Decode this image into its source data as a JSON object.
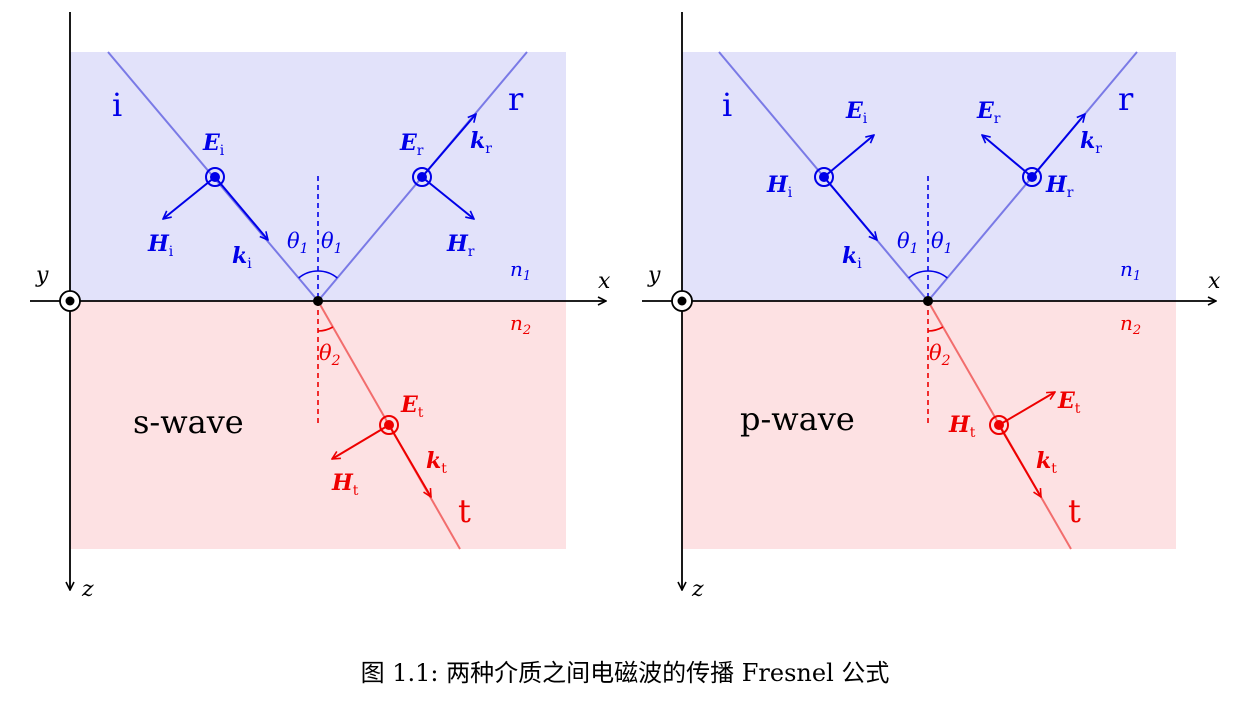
{
  "colors": {
    "medium1_fill": "#e2e2fa",
    "medium2_fill": "#fde1e3",
    "incident_blue": "#0000e8",
    "ray_blue": "#7a7ae6",
    "transmit_red": "#ee0000",
    "ray_red": "#f26d6d",
    "axis": "#000000"
  },
  "icons": [
    "out-of-page-circle-dot",
    "arrow-head"
  ],
  "axes": {
    "x": "x",
    "y": "y",
    "z": "z"
  },
  "media": {
    "n1": "n",
    "n1_sub": "1",
    "n2": "n",
    "n2_sub": "2"
  },
  "rays": {
    "incident": "i",
    "reflected": "r",
    "transmitted": "t"
  },
  "angles": {
    "theta": "θ",
    "sub1": "1",
    "sub2": "2"
  },
  "vectors": {
    "E": "E",
    "H": "H",
    "k": "k",
    "sub_i": "i",
    "sub_r": "r",
    "sub_t": "t"
  },
  "panels": [
    {
      "name": "s-wave",
      "label": "s-wave"
    },
    {
      "name": "p-wave",
      "label": "p-wave"
    }
  ],
  "caption": "图 1.1: 两种介质之间电磁波的传播 Fresnel 公式"
}
